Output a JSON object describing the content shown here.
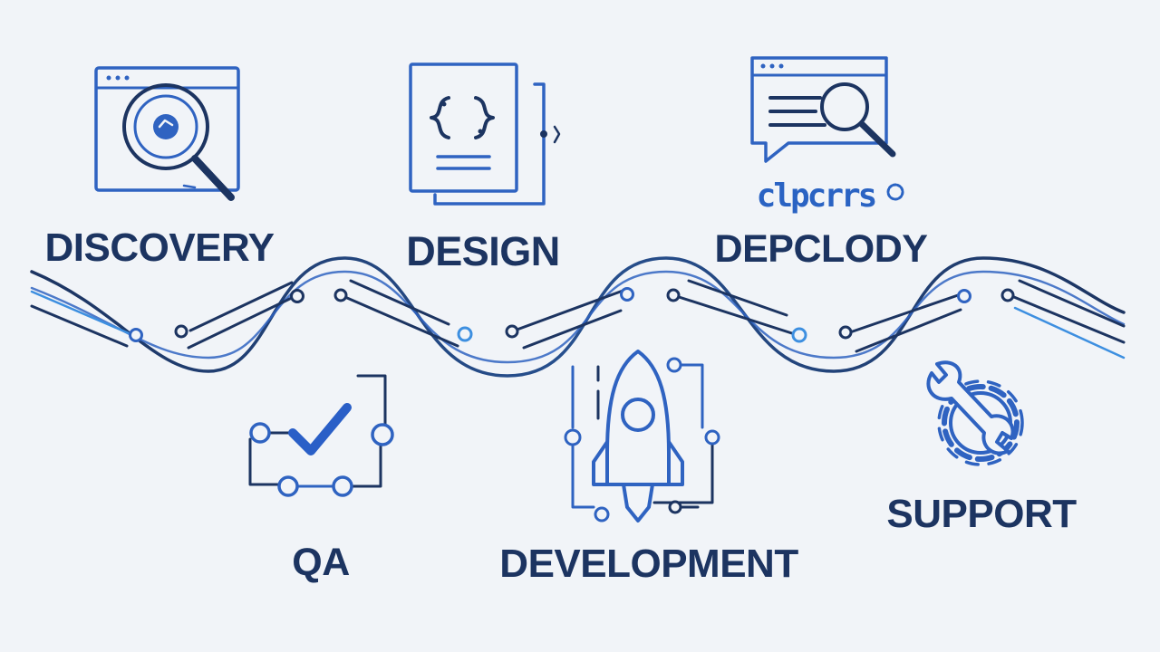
{
  "stages": {
    "discovery": {
      "label": "DISCOVERY",
      "icon": "magnifier-browser-icon"
    },
    "design": {
      "label": "DESIGN",
      "icon": "code-document-icon"
    },
    "deploy": {
      "label": "DEPCLODY",
      "icon": "search-chat-icon",
      "scribble": "clpcrrs"
    },
    "qa": {
      "label": "QA",
      "icon": "checkmark-circuit-icon"
    },
    "development": {
      "label": "DEVELOPMENT",
      "icon": "rocket-icon"
    },
    "support": {
      "label": "SUPPORT",
      "icon": "gear-wrench-icon"
    }
  },
  "colors": {
    "background": "#f1f4f8",
    "dark_navy": "#1c3461",
    "mid_blue": "#2f63c1",
    "light_blue": "#3d8fe0"
  }
}
